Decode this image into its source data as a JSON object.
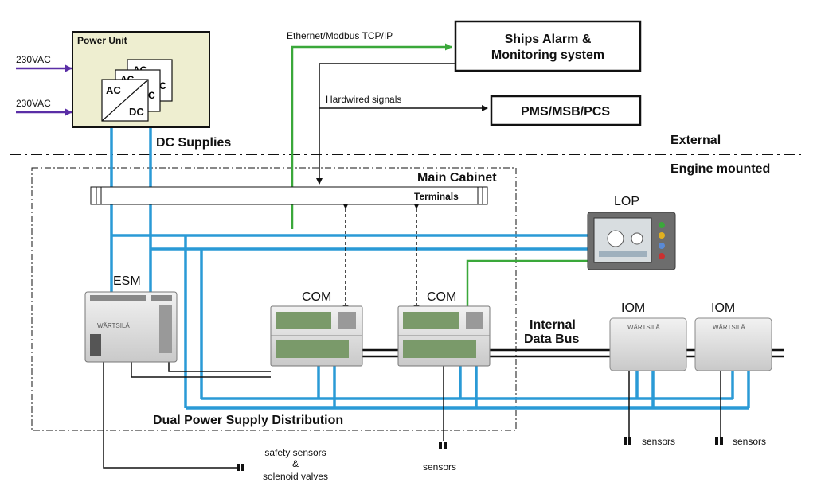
{
  "power_unit": {
    "title": "Power Unit",
    "converter_in": "AC",
    "converter_out": "DC",
    "input_1": "230VAC",
    "input_2": "230VAC"
  },
  "dc_supplies": "DC Supplies",
  "ethernet_label": "Ethernet/Modbus TCP/IP",
  "hardwired_label": "Hardwired signals",
  "alarm_system": {
    "line1": "Ships Alarm &",
    "line2": "Monitoring system"
  },
  "pms": "PMS/MSB/PCS",
  "zone_external": "External",
  "zone_engine": "Engine mounted",
  "main_cabinet": "Main Cabinet",
  "terminals": "Terminals",
  "lop": "LOP",
  "esm": "ESM",
  "com_1": "COM",
  "com_2": "COM",
  "iom_1": "IOM",
  "iom_2": "IOM",
  "internal_bus": {
    "line1": "Internal",
    "line2": "Data Bus"
  },
  "dual_power": "Dual Power Supply Distribution",
  "brand": "WÄRTSILÄ",
  "safety": {
    "line1": "safety sensors",
    "line2": "&",
    "line3": "solenoid valves"
  },
  "sensors_com": "sensors",
  "sensors_iom1": "sensors",
  "sensors_iom2": "sensors",
  "colors": {
    "power_line": "#2a9ad6",
    "ethernet_line": "#3aa83a",
    "bus_line": "#111111",
    "power_unit_fill": "#eeeed0",
    "input_arrow": "#5a2ea6"
  }
}
